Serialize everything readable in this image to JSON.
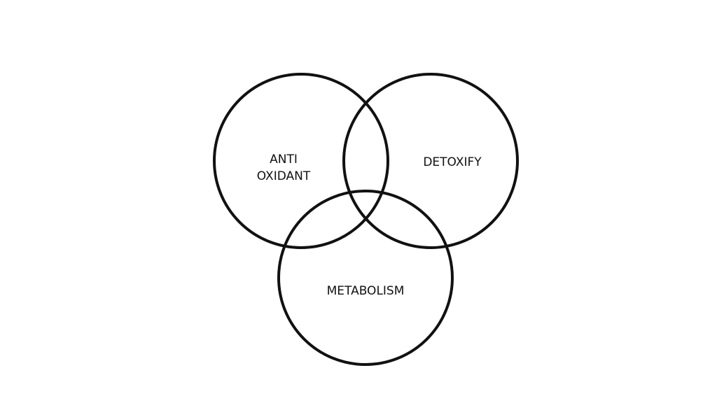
{
  "diagram": {
    "type": "venn",
    "sets": [
      {
        "label_lines": [
          "ANTI",
          "OXIDANT"
        ]
      },
      {
        "label_lines": [
          "DETOXIFY"
        ]
      },
      {
        "label_lines": [
          "METABOLISM"
        ]
      }
    ],
    "stroke_color": "#111111"
  }
}
